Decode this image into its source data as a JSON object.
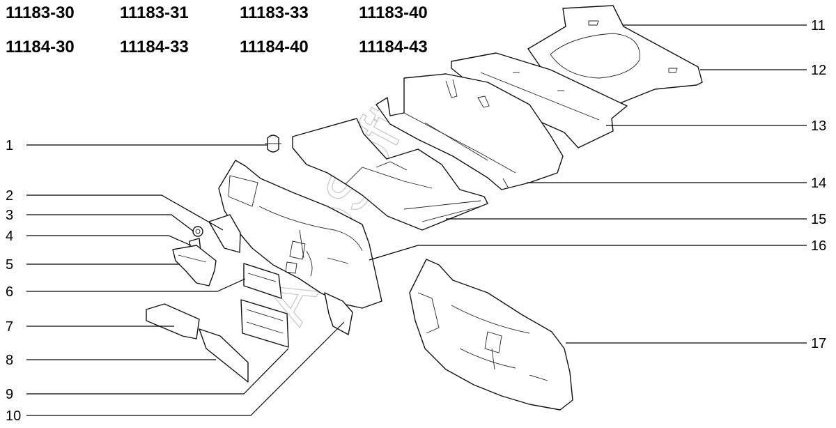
{
  "model_codes": [
    "11183-30",
    "11183-31",
    "11183-33",
    "11183-40",
    "11184-30",
    "11184-33",
    "11184-40",
    "11184-43"
  ],
  "callouts": [
    "1",
    "2",
    "3",
    "4",
    "5",
    "6",
    "7",
    "8",
    "9",
    "10",
    "11",
    "12",
    "13",
    "14",
    "15",
    "16",
    "17"
  ],
  "watermark": "AutoSoft"
}
